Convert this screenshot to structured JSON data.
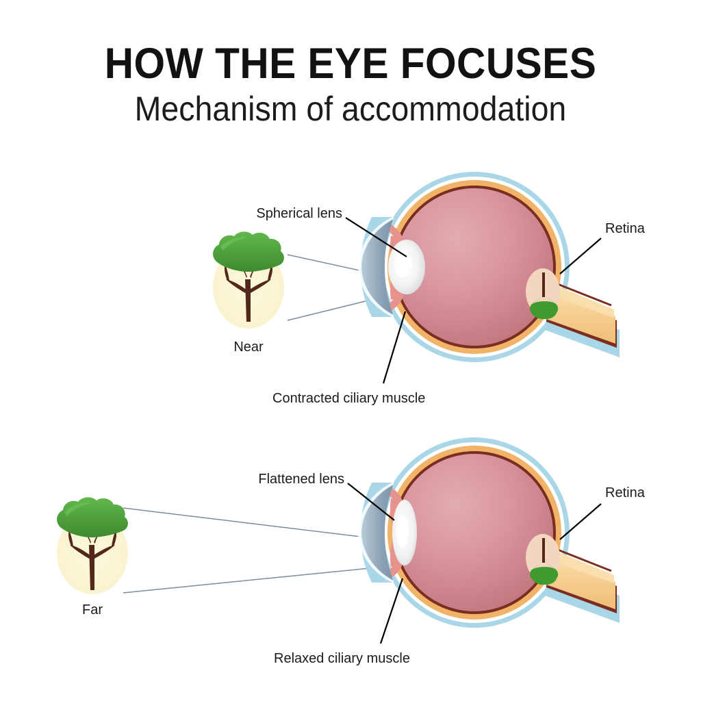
{
  "header": {
    "title": "HOW THE EYE FOCUSES",
    "subtitle": "Mechanism of accommodation"
  },
  "panels": [
    {
      "id": "near-accommodation",
      "object_label": "Near",
      "labels": {
        "lens": "Spherical lens",
        "retina": "Retina",
        "ciliary": "Contracted ciliary muscle"
      }
    },
    {
      "id": "far-accommodation",
      "object_label": "Far",
      "labels": {
        "lens": "Flattened lens",
        "retina": "Retina",
        "ciliary": "Relaxed ciliary muscle"
      }
    }
  ],
  "colors": {
    "background": "#ffffff",
    "text": "#1a1a1a",
    "sclera_outer": "#a9d7e8",
    "sclera_inner": "#ffffff",
    "choroid": "#f0b368",
    "retina_line": "#7b2d20",
    "vitreous_light": "#dda3ab",
    "vitreous_dark": "#c3767f",
    "cornea": "#8ba2b5",
    "iris_ciliary": "#e5938c",
    "lens_white": "#fbfbfb",
    "lens_shade": "#d8d8d8",
    "optic_nerve": "#f6cd8f",
    "light_ray": "#7e8aa0",
    "leader_line": "#000000",
    "tree_canopy_light": "#5cb346",
    "tree_canopy_dark": "#3f8a30",
    "tree_trunk": "#53281b",
    "tree_halo": "#fbf7d8",
    "retina_image_patch": "#f2d6bf"
  }
}
